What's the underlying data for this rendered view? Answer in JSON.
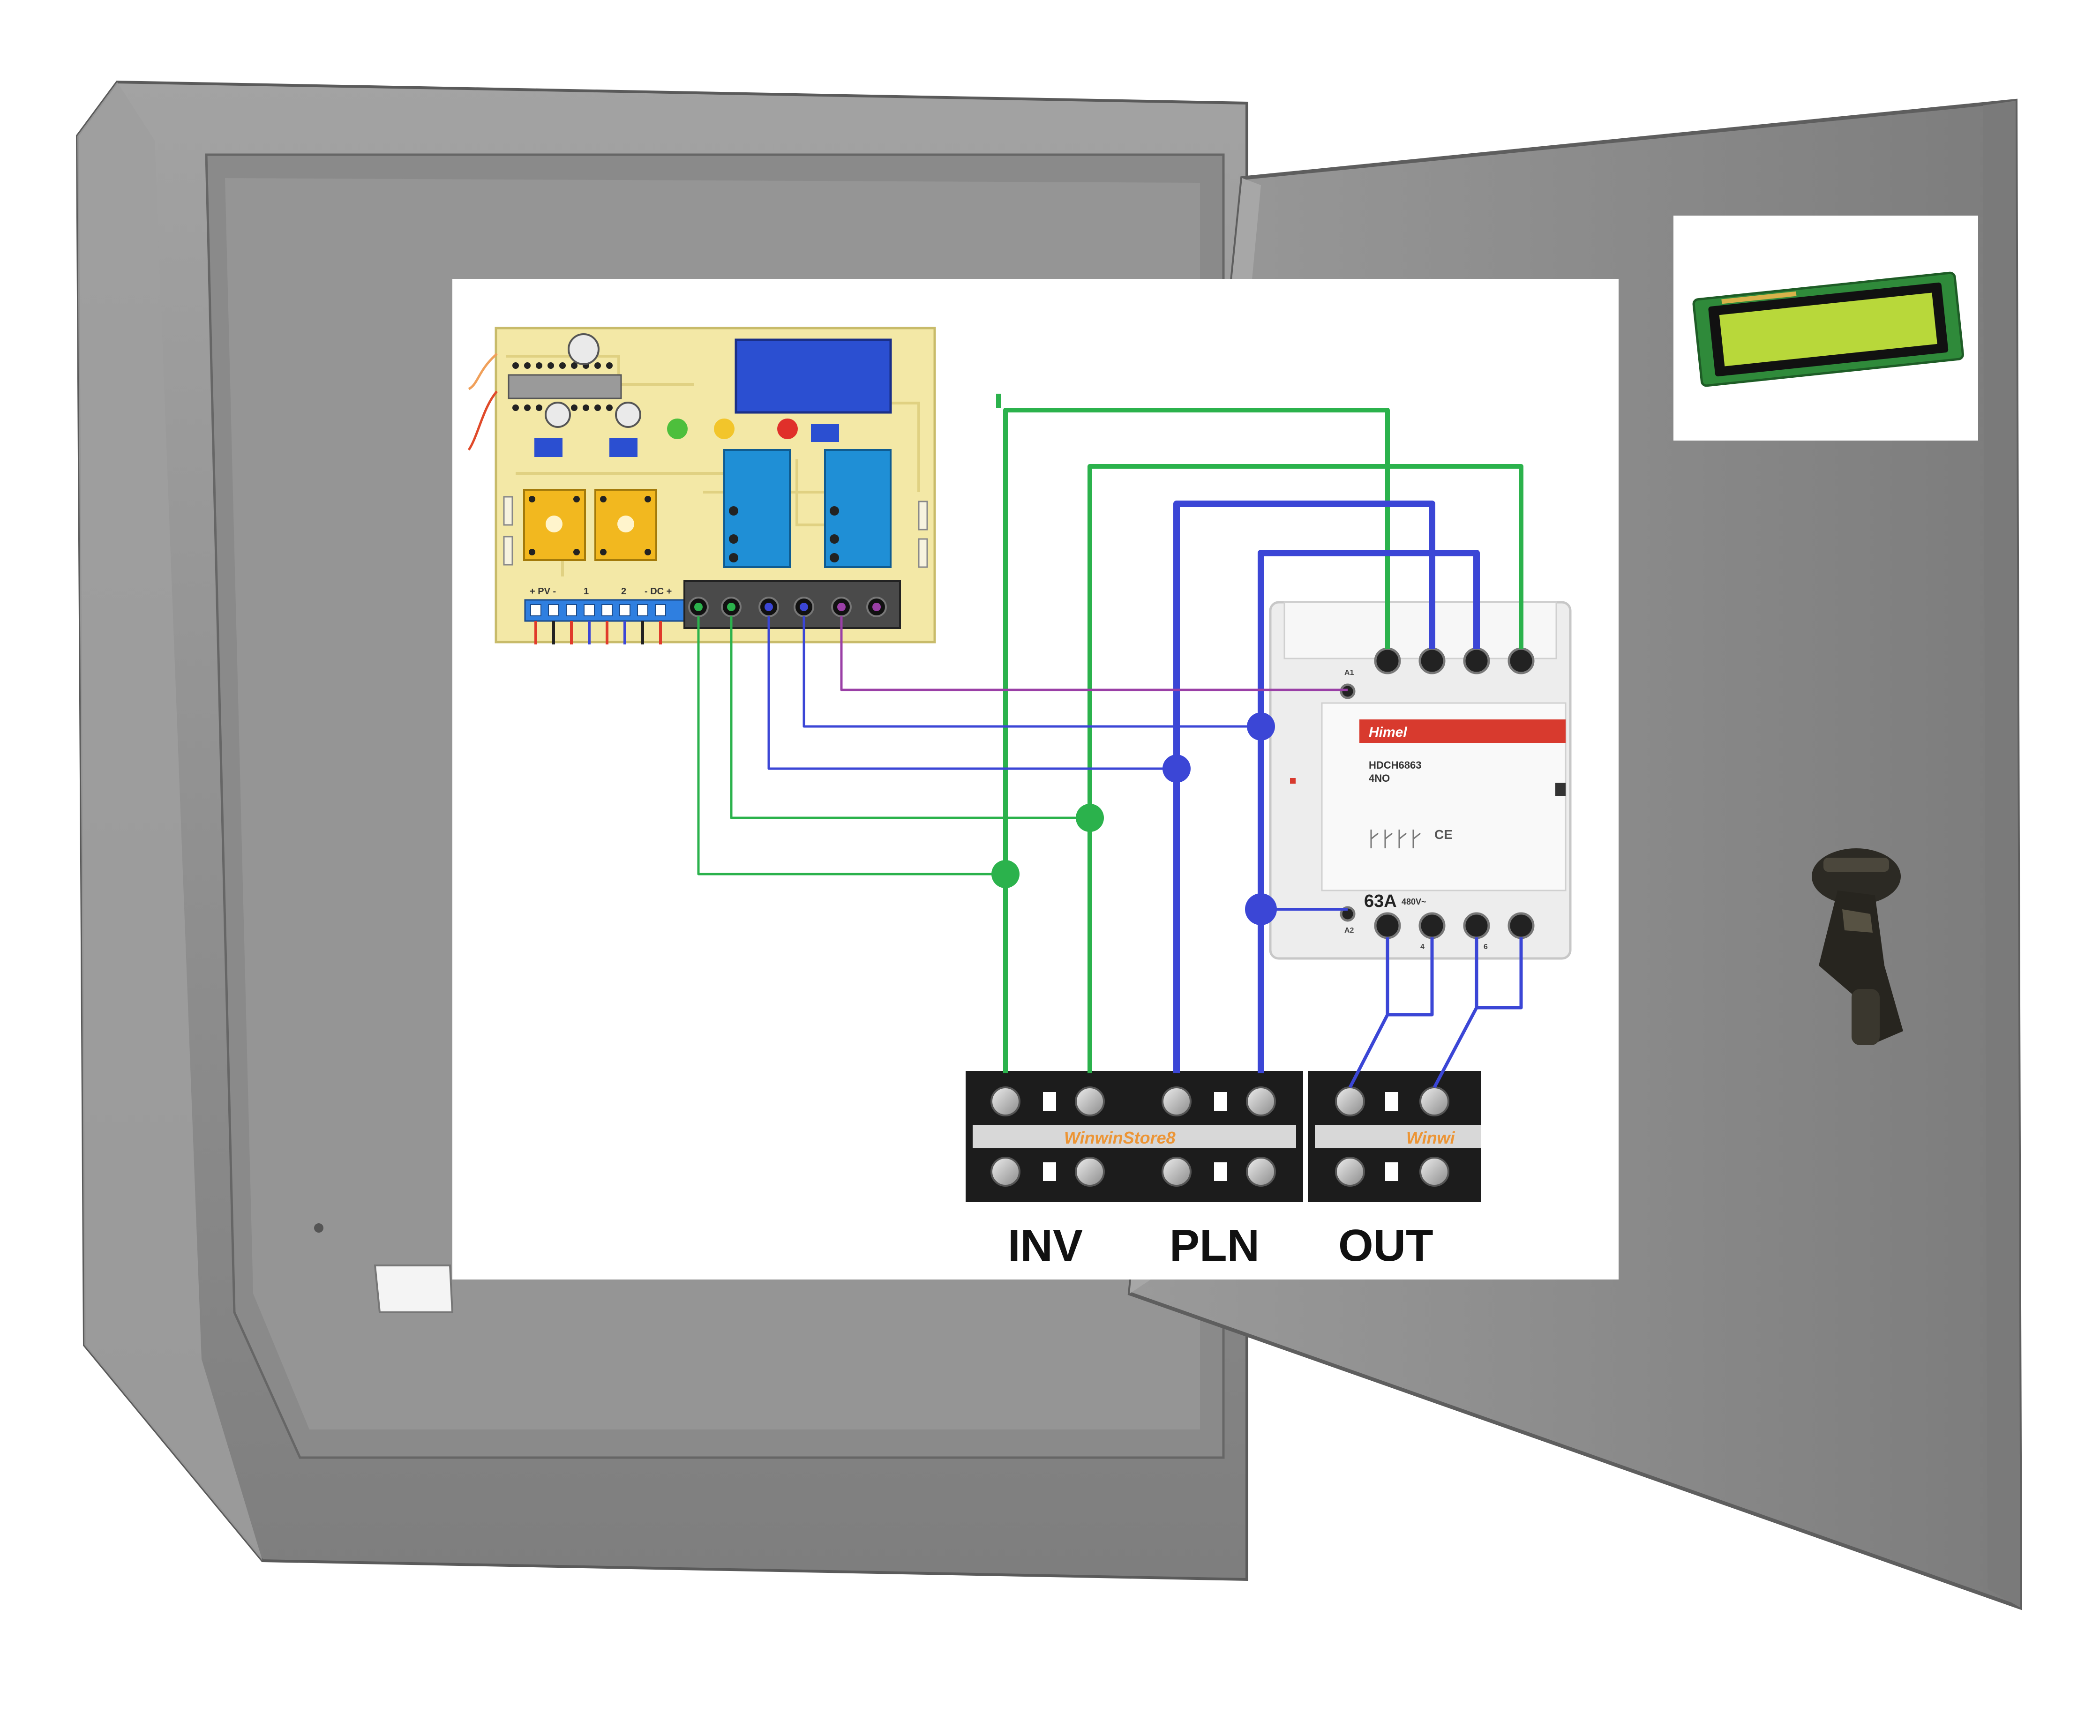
{
  "colors": {
    "enclosure": "#8f8f8f",
    "enclosure_dark": "#6e6e6e",
    "enclosure_light": "#b4b4b4",
    "panel": "#ffffff",
    "pcb": "#f3e8a6",
    "relay": "#1f8fd6",
    "relay_blue_module": "#2b4fd1",
    "trimmer": "#f2b81f",
    "wire_green": "#2bb24c",
    "wire_blue": "#3b46d6",
    "wire_purple": "#9a3fa6",
    "contactor": "#ededed",
    "contactor_band": "#d83a2e",
    "terminal": "#1c1c1c",
    "lcd_screen": "#b8d83a",
    "lcd_pcb": "#2f8a3a",
    "brand_text": "#f08a1a"
  },
  "labels": {
    "inv": "INV",
    "pln": "PLN",
    "out": "OUT"
  },
  "pcb_terminal_labels": {
    "pv": "+ PV -",
    "ch1": "1",
    "ch2": "2",
    "dc": "- DC +"
  },
  "contactor": {
    "band_logo": "Himel",
    "model": "HDCH6863",
    "poles": "4NO",
    "rating": "63A",
    "voltage": "480V~",
    "ce": "CE",
    "a1": "A1",
    "a2": "A2",
    "t4": "4",
    "t6": "6"
  },
  "terminal_brand": {
    "left": "WinwinStore8",
    "right": "Winwi"
  },
  "icons": {
    "key": "key-icon",
    "lcd": "lcd-display-icon"
  }
}
